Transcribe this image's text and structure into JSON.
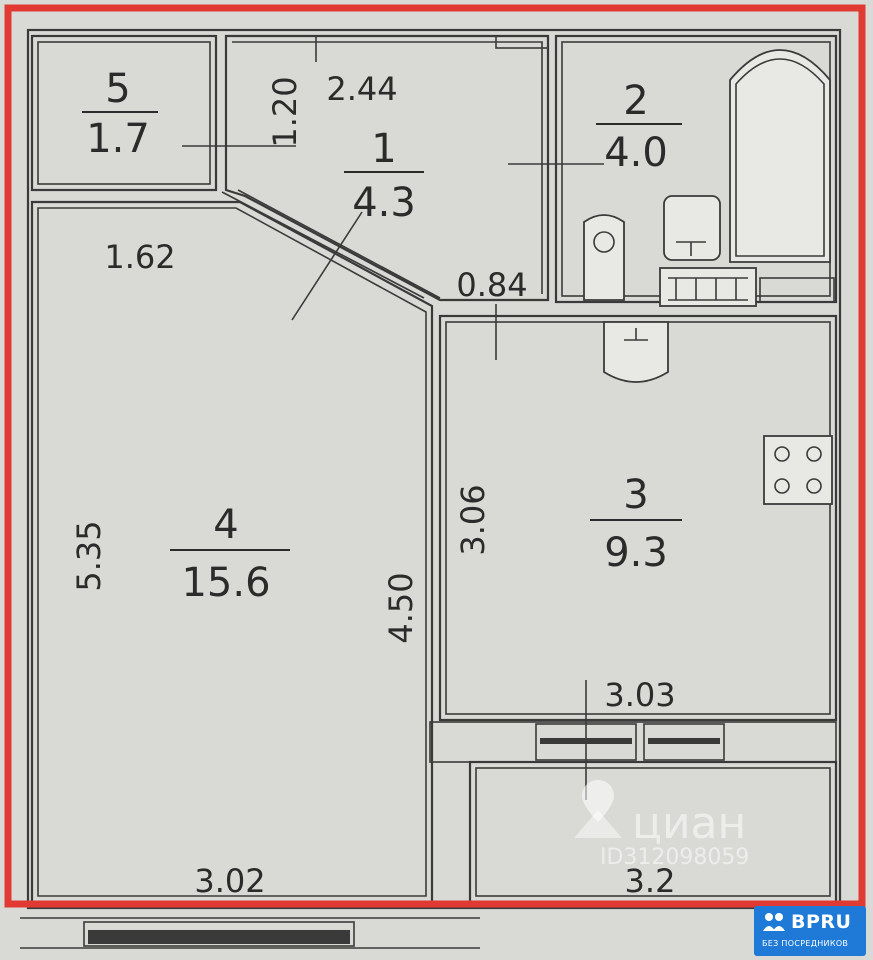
{
  "rooms": [
    {
      "id": "room-5",
      "number": "5",
      "area": "1.7"
    },
    {
      "id": "room-1",
      "number": "1",
      "area": "4.3"
    },
    {
      "id": "room-2",
      "number": "2",
      "area": "4.0"
    },
    {
      "id": "room-4",
      "number": "4",
      "area": "15.6"
    },
    {
      "id": "room-3",
      "number": "3",
      "area": "9.3"
    }
  ],
  "dimensions": {
    "d_1_20": "1.20",
    "d_2_44": "2.44",
    "d_1_62": "1.62",
    "d_0_84": "0.84",
    "d_5_35": "5.35",
    "d_4_50": "4.50",
    "d_3_06": "3.06",
    "d_3_03": "3.03",
    "d_3_02": "3.02",
    "d_3_2": "3.2"
  },
  "watermark": {
    "brand": "циан",
    "id": "ID312098059"
  },
  "badge": {
    "brand": "BPRU",
    "tagline": "БЕЗ ПОСРЕДНИКОВ"
  },
  "colors": {
    "background": "#d9d9d6",
    "outline": "#e03a33",
    "ink": "#3a3a3a",
    "badge": "#1e7ad6"
  }
}
